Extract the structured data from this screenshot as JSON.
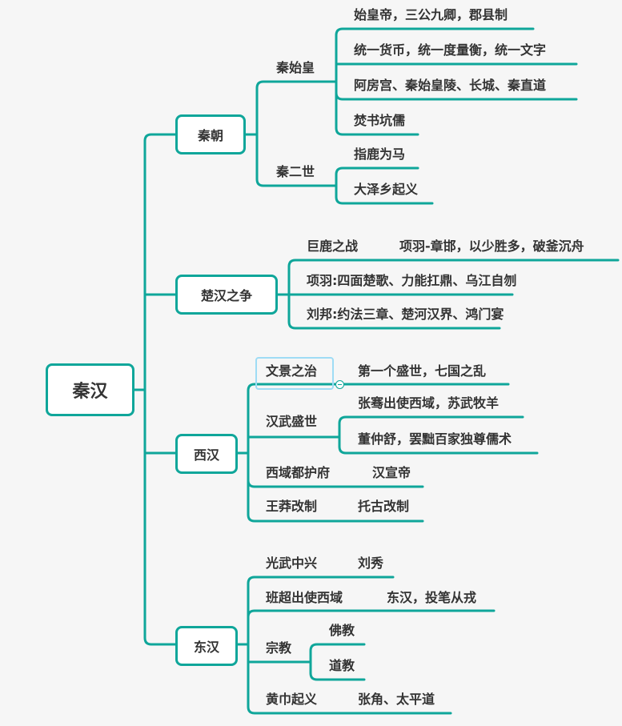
{
  "colors": {
    "line": "#0fa69a",
    "text": "#333333",
    "background": "#f6f6f6",
    "selection": "#9fdcf5"
  },
  "root": {
    "label": "秦汉"
  },
  "branches": [
    {
      "label": "秦朝",
      "children": [
        {
          "label": "秦始皇",
          "details": [
            "始皇帝，三公九卿，郡县制",
            "统一货币，统一度量衡，统一文字",
            "阿房宫、秦始皇陵、长城、秦直道",
            "焚书坑儒"
          ]
        },
        {
          "label": "秦二世",
          "details": [
            "指鹿为马",
            "大泽乡起义"
          ]
        }
      ]
    },
    {
      "label": "楚汉之争",
      "children": [
        {
          "label": "巨鹿之战",
          "note": "项羽-章邯，以少胜多，破釜沉舟"
        },
        {
          "label": "项羽:四面楚歌、力能扛鼎、乌江自刎"
        },
        {
          "label": "刘邦:约法三章、楚河汉界、鸿门宴"
        }
      ]
    },
    {
      "label": "西汉",
      "children": [
        {
          "label": "文景之治",
          "note": "第一个盛世，七国之乱",
          "selected": true
        },
        {
          "label": "汉武盛世",
          "details": [
            "张骞出使西域，苏武牧羊",
            "董仲舒，罢黜百家独尊儒术"
          ]
        },
        {
          "label": "西域都护府",
          "note": "汉宣帝"
        },
        {
          "label": "王莽改制",
          "note": "托古改制"
        }
      ]
    },
    {
      "label": "东汉",
      "children": [
        {
          "label": "光武中兴",
          "note": "刘秀"
        },
        {
          "label": "班超出使西域",
          "note": "东汉，投笔从戎"
        },
        {
          "label": "宗教",
          "details": [
            "佛教",
            "道教"
          ]
        },
        {
          "label": "黄巾起义",
          "note": "张角、太平道"
        }
      ]
    }
  ]
}
